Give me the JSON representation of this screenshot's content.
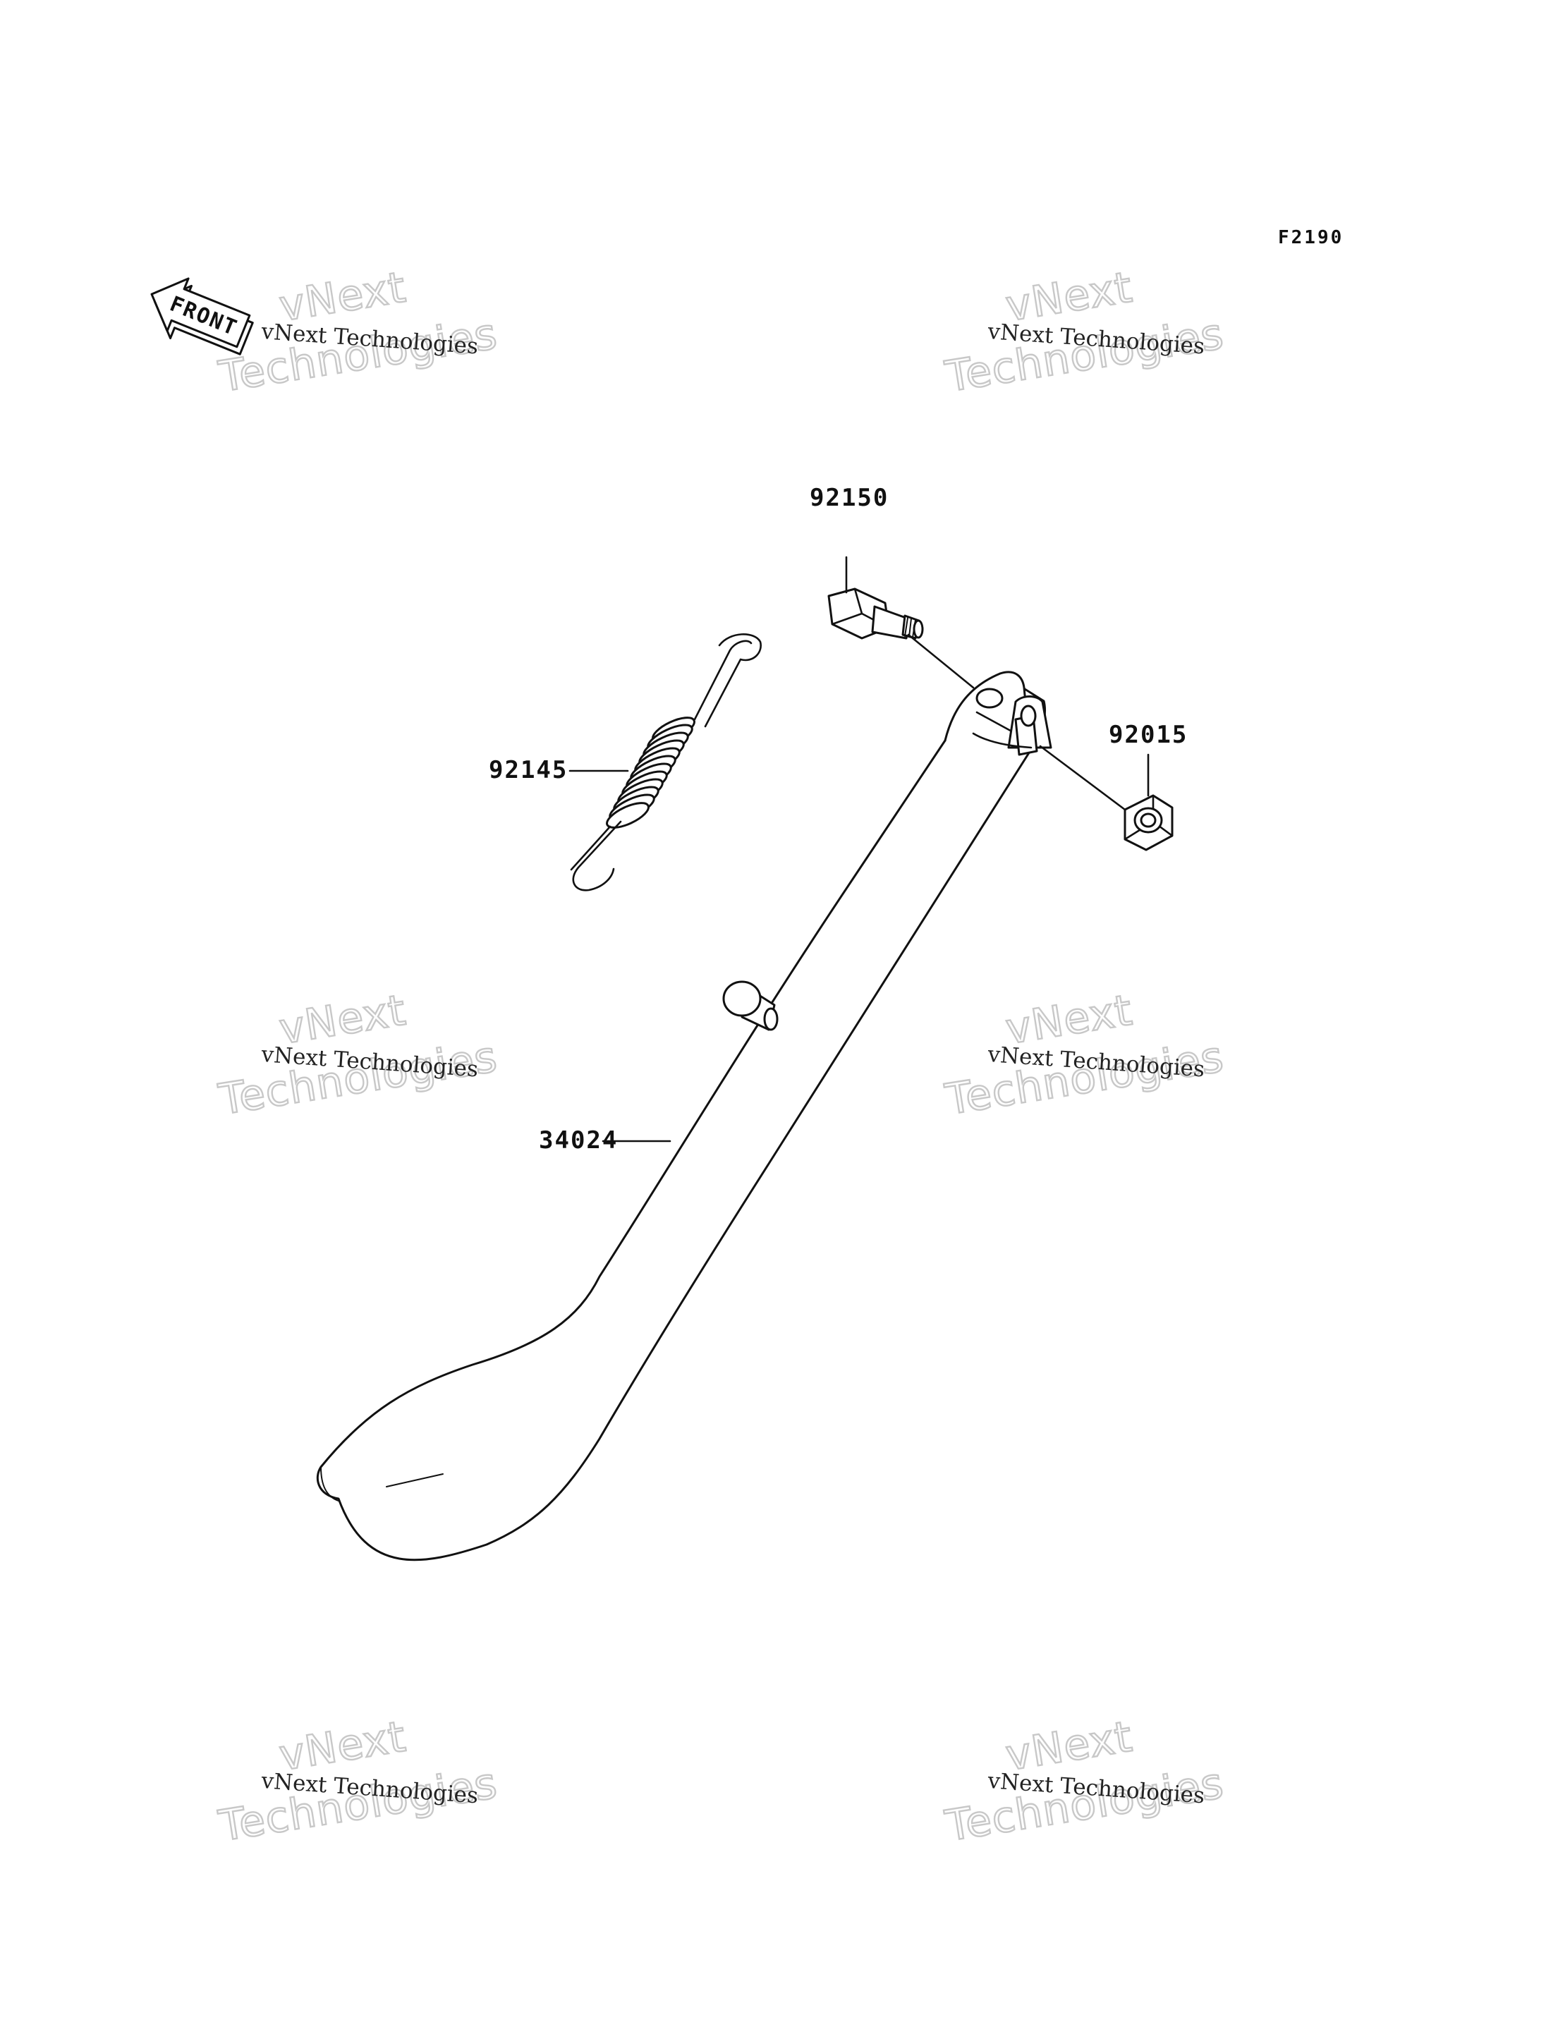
{
  "diagram": {
    "figure_code": "F2190",
    "front_label": "FRONT",
    "parts": [
      {
        "number": "92150"
      },
      {
        "number": "92145"
      },
      {
        "number": "92015"
      },
      {
        "number": "34024"
      }
    ]
  },
  "watermark": {
    "line_small": "vNext Technologies",
    "line_big_1": "vNext",
    "line_big_2": "Technologies"
  }
}
